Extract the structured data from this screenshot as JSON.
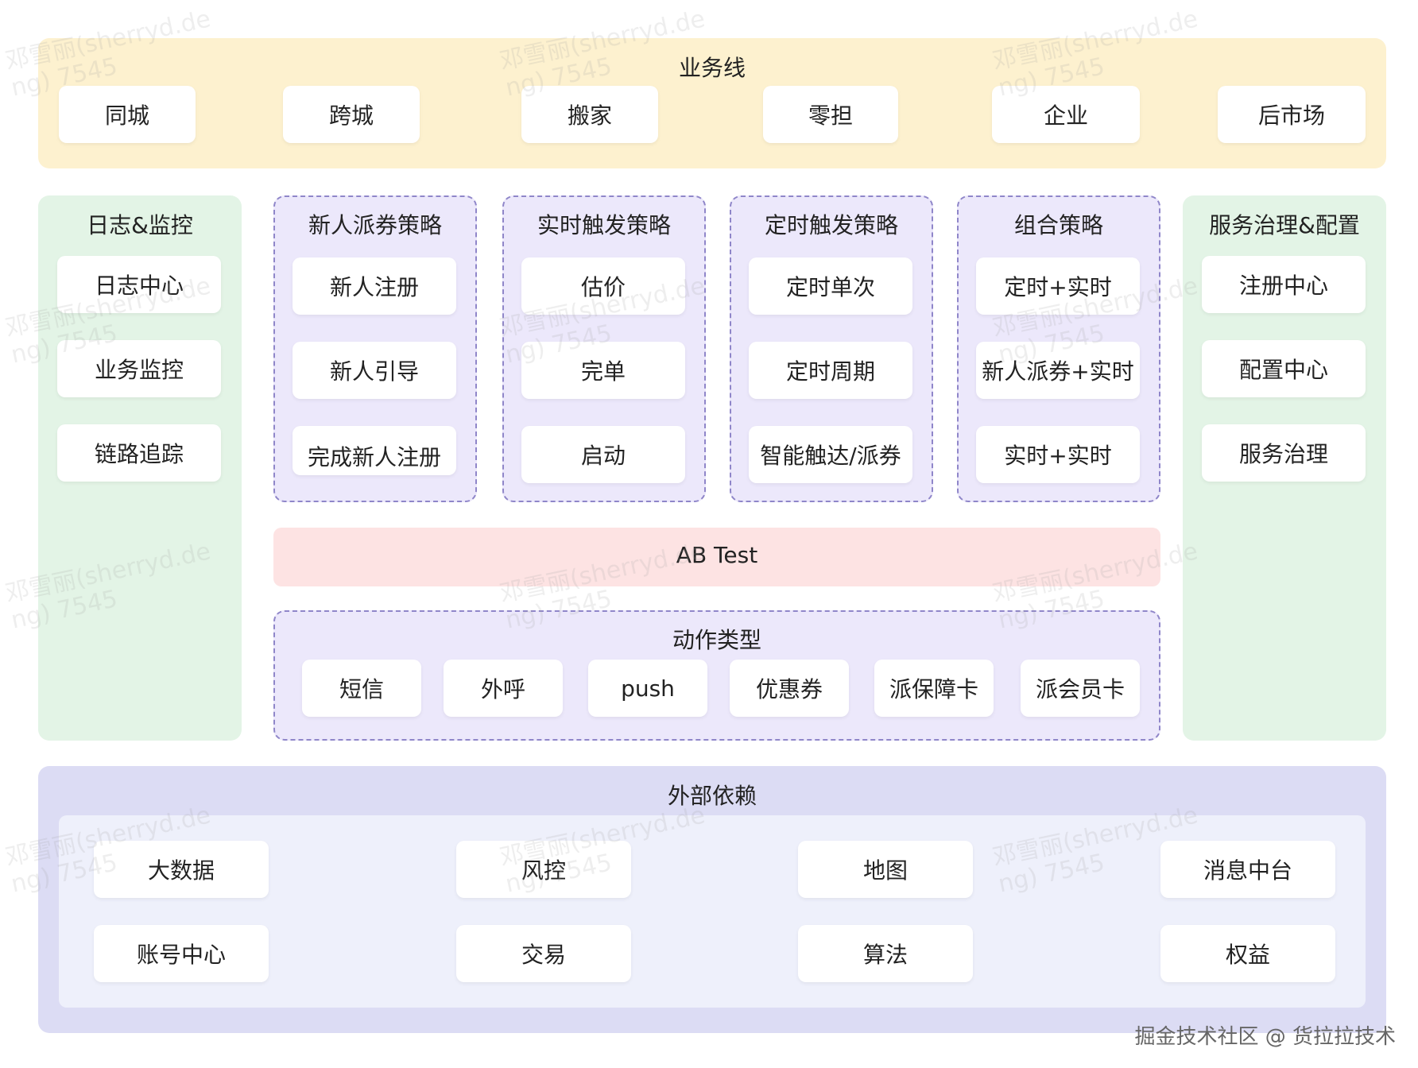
{
  "business": {
    "title": "业务线",
    "items": [
      "同城",
      "跨城",
      "搬家",
      "零担",
      "企业",
      "后市场"
    ]
  },
  "logging": {
    "title": "日志&监控",
    "items": [
      "日志中心",
      "业务监控",
      "链路追踪"
    ]
  },
  "strategies": [
    {
      "title": "新人派券策略",
      "items": [
        "新人注册",
        "新人引导",
        "完成新人注册"
      ]
    },
    {
      "title": "实时触发策略",
      "items": [
        "估价",
        "完单",
        "启动"
      ]
    },
    {
      "title": "定时触发策略",
      "items": [
        "定时单次",
        "定时周期",
        "智能触达/派券"
      ]
    },
    {
      "title": "组合策略",
      "items": [
        "定时+实时",
        "新人派券+实时",
        "实时+实时"
      ]
    }
  ],
  "governance": {
    "title": "服务治理&配置",
    "items": [
      "注册中心",
      "配置中心",
      "服务治理"
    ]
  },
  "abtest": {
    "label": "AB Test"
  },
  "actions": {
    "title": "动作类型",
    "items": [
      "短信",
      "外呼",
      "push",
      "优惠券",
      "派保障卡",
      "派会员卡"
    ]
  },
  "external": {
    "title": "外部依赖",
    "row1": [
      "大数据",
      "风控",
      "地图",
      "消息中台"
    ],
    "row2": [
      "账号中心",
      "交易",
      "算法",
      "权益"
    ]
  },
  "watermark": {
    "text": "邓雪丽(sherryd.de\nng) 7545"
  },
  "footer": {
    "text": "掘金技术社区 @ 货拉拉技术"
  },
  "colors": {
    "business_bg": "#fdf1cf",
    "side_bg": "#e3f4e6",
    "strategy_bg": "#ece8fb",
    "abtest_bg": "#fde3e3",
    "external_bg": "#dcdcf4",
    "external_inner_bg": "#eef0fb"
  }
}
